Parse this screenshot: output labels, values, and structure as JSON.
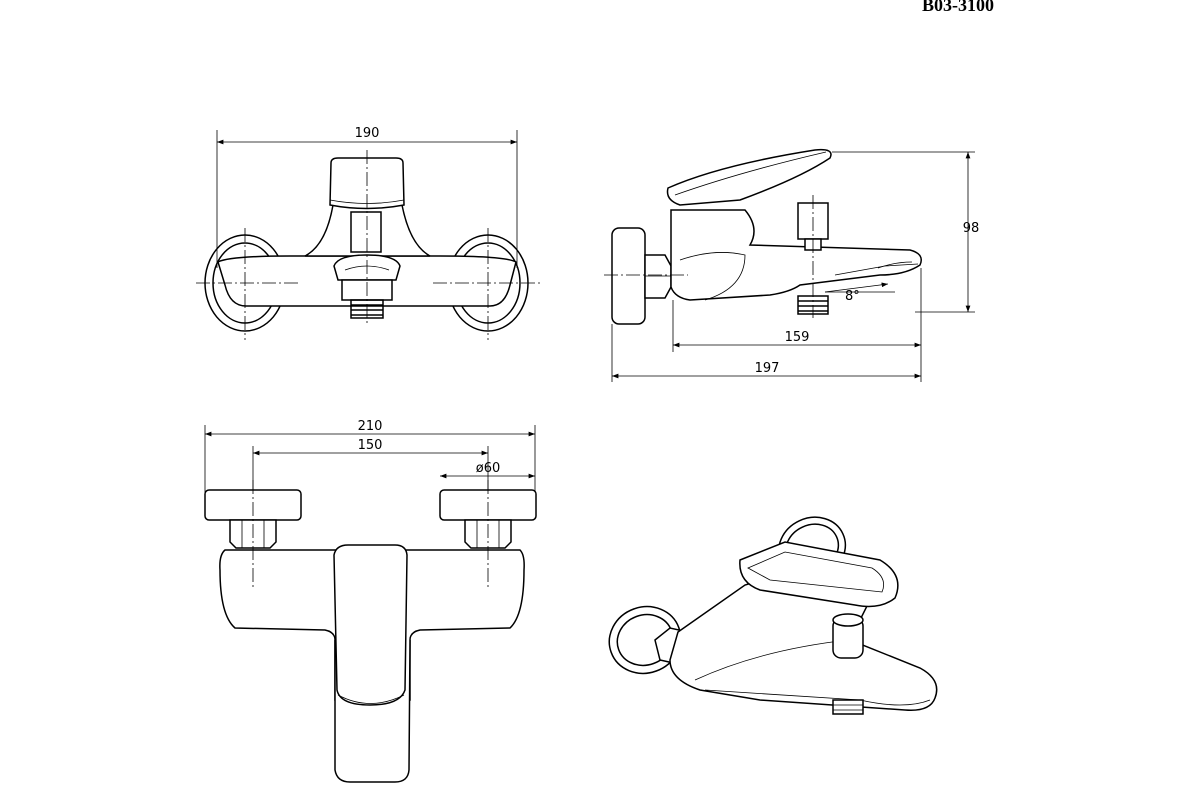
{
  "header": {
    "model_code": "B03-3100"
  },
  "dimensions": {
    "front_width": "190",
    "side_height": "98",
    "side_angle": "8°",
    "side_spout_length": "159",
    "side_total_depth": "197",
    "top_total_width": "210",
    "top_center_distance": "150",
    "top_flange_diameter": "ø60"
  }
}
